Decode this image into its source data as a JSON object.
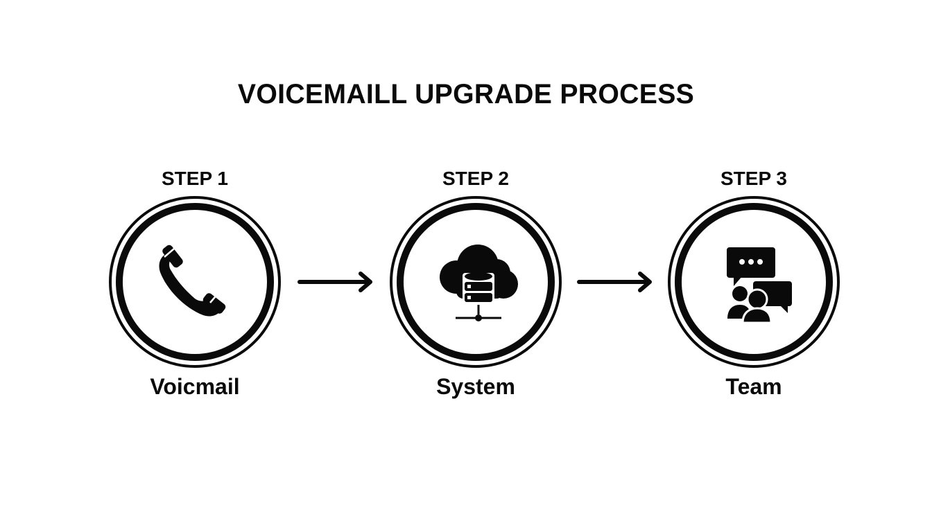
{
  "title": "VOICEMAILL UPGRADE PROCESS",
  "colors": {
    "background": "#ffffff",
    "ink": "#0a0a0a"
  },
  "steps": [
    {
      "label": "STEP 1",
      "name": "Voicmail",
      "icon": "phone-handset-icon"
    },
    {
      "label": "STEP 2",
      "name": "System",
      "icon": "cloud-database-network-icon"
    },
    {
      "label": "STEP 3",
      "name": "Team",
      "icon": "team-chat-icon"
    }
  ],
  "connectors": [
    {
      "from": "STEP 1",
      "to": "STEP 2",
      "icon": "arrow-right-icon"
    },
    {
      "from": "STEP 2",
      "to": "STEP 3",
      "icon": "arrow-right-icon"
    }
  ]
}
